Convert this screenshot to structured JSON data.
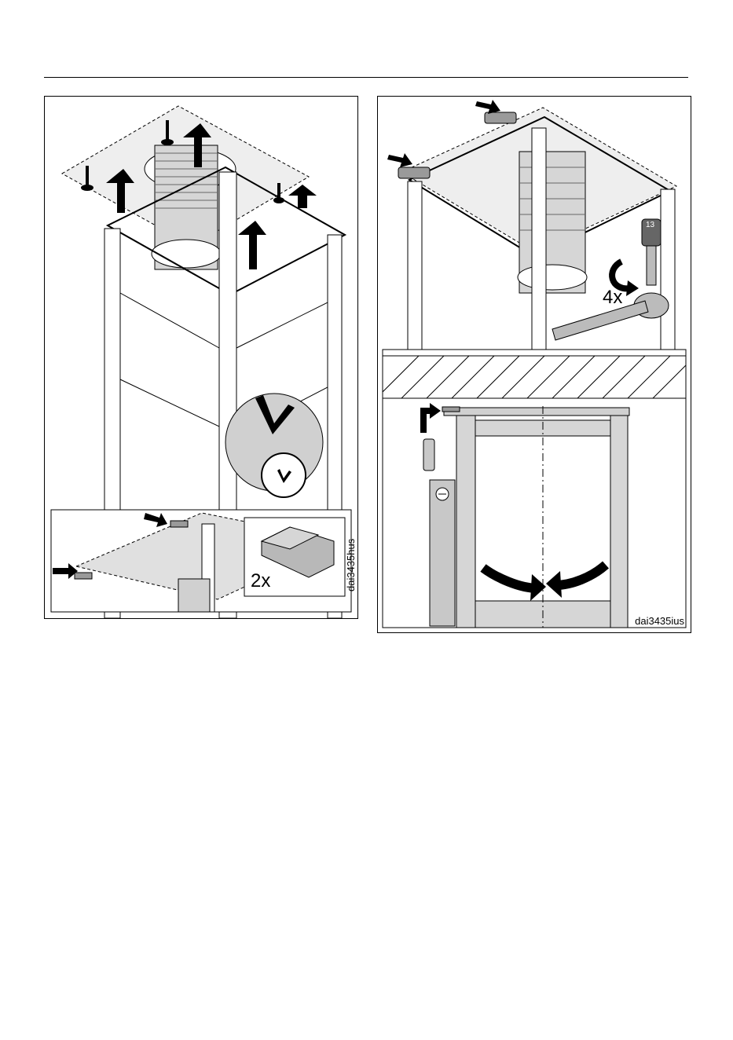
{
  "figure_left": {
    "image_code": "dai3435hus",
    "inset_quantity": "2x"
  },
  "figure_right": {
    "image_code": "dai3435ius",
    "screw_quantity": "4x",
    "wrench_size": "13"
  },
  "colors": {
    "line": "#000000",
    "fill_gray": "#c8c8c8",
    "background": "#ffffff"
  }
}
